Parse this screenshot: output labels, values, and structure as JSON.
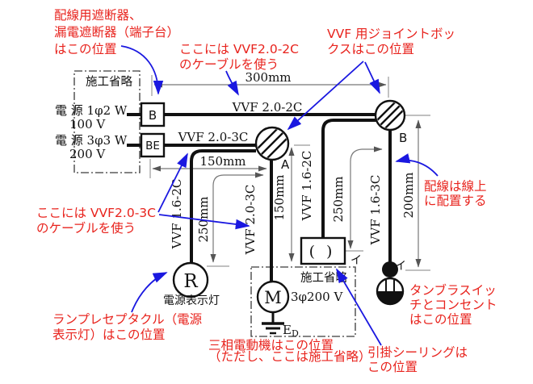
{
  "colors": {
    "annotation_red": "#e8231d",
    "arrow_blue": "#1a18e0",
    "diagram_line": "#111111",
    "dimension_gray": "#787878"
  },
  "annotations": {
    "breaker": {
      "lines": [
        "配線用遮断器、",
        "漏電遮断器（端子台）",
        "はこの位置"
      ]
    },
    "cable2020": {
      "lines": [
        "ここには VVF2.0-2C",
        "のケーブルを使う"
      ]
    },
    "jointbox": {
      "lines": [
        "VVF 用ジョイントボッ",
        "クスはこの位置"
      ]
    },
    "cable2030": {
      "lines": [
        "ここには VVF2.0-3C",
        "のケーブルを使う"
      ]
    },
    "receptacle": {
      "lines": [
        "ランプレセプタクル（電源",
        "表示灯）はこの位置"
      ]
    },
    "motor": {
      "lines": [
        "三相電動機はこの位置",
        "（ただし、ここは施工省略）"
      ]
    },
    "online": {
      "lines": [
        "配線は線上",
        "に配置する"
      ]
    },
    "switch_outlet": {
      "lines": [
        "タンブラスイッ",
        "チとコンセント",
        "はこの位置"
      ]
    },
    "ceiling": {
      "lines": [
        "引掛シーリングは",
        "この位置"
      ]
    }
  },
  "power": {
    "source1": {
      "name": "電 源 1φ2 W",
      "voltage": "100 V",
      "breaker": "B"
    },
    "source2": {
      "name": "電 源 3φ3 W",
      "voltage": "200 V",
      "breaker": "BE"
    }
  },
  "omission_top": "施工省略",
  "omission_bottom": "施工省略",
  "junctions": {
    "a": "A",
    "b": "B"
  },
  "cables": {
    "h2020": "VVF 2.0-2C",
    "h2030": "VVF 2.0-3C",
    "v1620_lamp": "VVF 1.6-2C",
    "v2030_motor": "VVF 2.0-3C",
    "v1620_ceiling": "VVF 1.6-2C",
    "v1630_switch": "VVF 1.6-3C"
  },
  "dimensions": {
    "d300": "300mm",
    "d150h": "150mm",
    "d150v": "150mm",
    "d250_lamp": "250mm",
    "d250_ceiling": "250mm",
    "d200": "200mm"
  },
  "devices": {
    "lamp": {
      "symbol": "R",
      "caption": "電源表示灯"
    },
    "motor": {
      "symbol": "M",
      "spec": "3φ200 V",
      "ground_main": "E",
      "ground_sub": "D"
    },
    "ceiling_rose": {
      "symbol": "( )",
      "circuit": "イ"
    },
    "switch": {
      "circuit": "イ"
    }
  }
}
